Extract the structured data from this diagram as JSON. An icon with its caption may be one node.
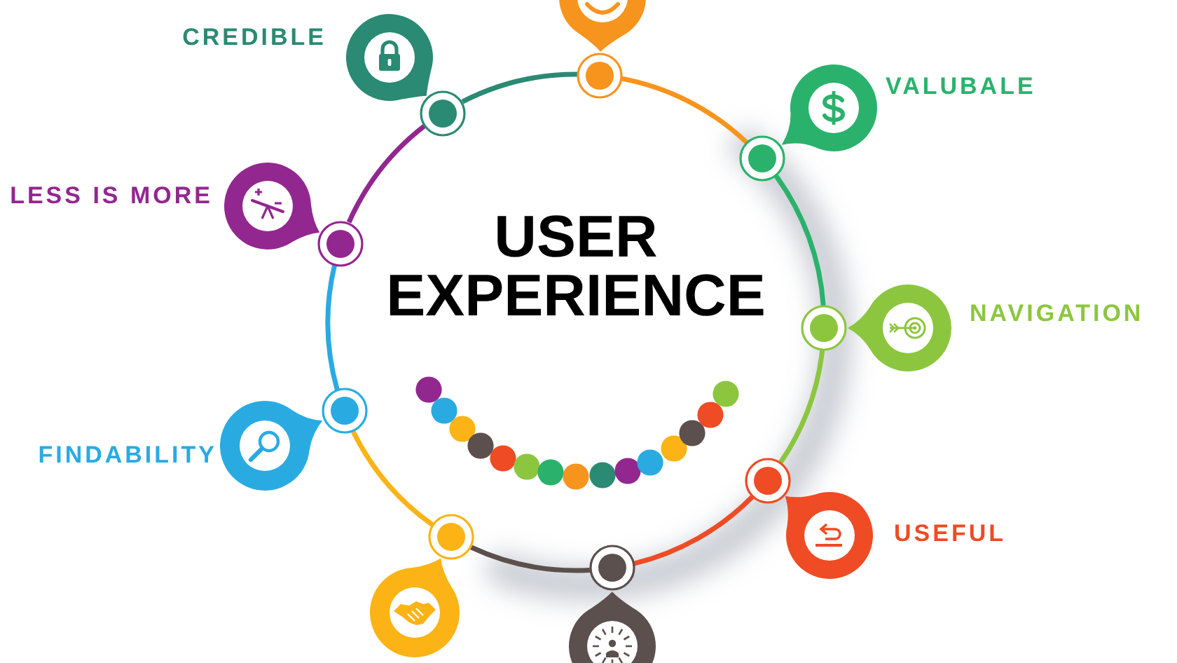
{
  "diagram": {
    "title": "USER EXPERIENCE",
    "nodes": [
      {
        "text": [],
        "shape": "circle"
      },
      {
        "text": [],
        "shape": "circle"
      },
      {
        "text": [
          "CREDIBLE"
        ]
      },
      {
        "text": [],
        "shape": "circle"
      },
      {
        "text": [
          "VALUBALE"
        ]
      },
      {
        "text": [],
        "shape": "circle"
      },
      {
        "text": [
          "LESS IS MORE"
        ]
      },
      {
        "text": [],
        "shape": "circle"
      },
      {
        "text": [
          "NAVIGATION"
        ]
      },
      {
        "text": [],
        "shape": "circle"
      },
      {
        "text": [
          "FINDABILITY"
        ]
      },
      {
        "text": [],
        "shape": "circle"
      },
      {
        "text": [
          "USEFUL"
        ]
      },
      {
        "text": [],
        "shape": "circle"
      },
      {
        "text": [],
        "shape": "circle"
      },
      {
        "text": [],
        "shape": "circle"
      },
      {
        "text": [],
        "shape": "circle"
      },
      {
        "text": [],
        "shape": "circle"
      }
    ],
    "edges": [
      {
        "from": 1,
        "to": 5,
        "arrow": "none",
        "color": "#f7941d"
      },
      {
        "from": 5,
        "to": 9,
        "arrow": "none",
        "color": "#2ab26c"
      },
      {
        "from": 9,
        "to": 13,
        "arrow": "none",
        "color": "#8cc63f"
      },
      {
        "from": 13,
        "to": 17,
        "arrow": "none",
        "color": "#ef4b24"
      },
      {
        "from": 17,
        "to": 15,
        "arrow": "none",
        "color": "#5b504d"
      },
      {
        "from": 15,
        "to": 11,
        "arrow": "none",
        "color": "#fbb316"
      },
      {
        "from": 11,
        "to": 7,
        "arrow": "none",
        "color": "#29abe2"
      },
      {
        "from": 7,
        "to": 3,
        "arrow": "none",
        "color": "#92278f"
      },
      {
        "from": 3,
        "to": 1,
        "arrow": "none",
        "color": "#2a8a73"
      }
    ]
  }
}
